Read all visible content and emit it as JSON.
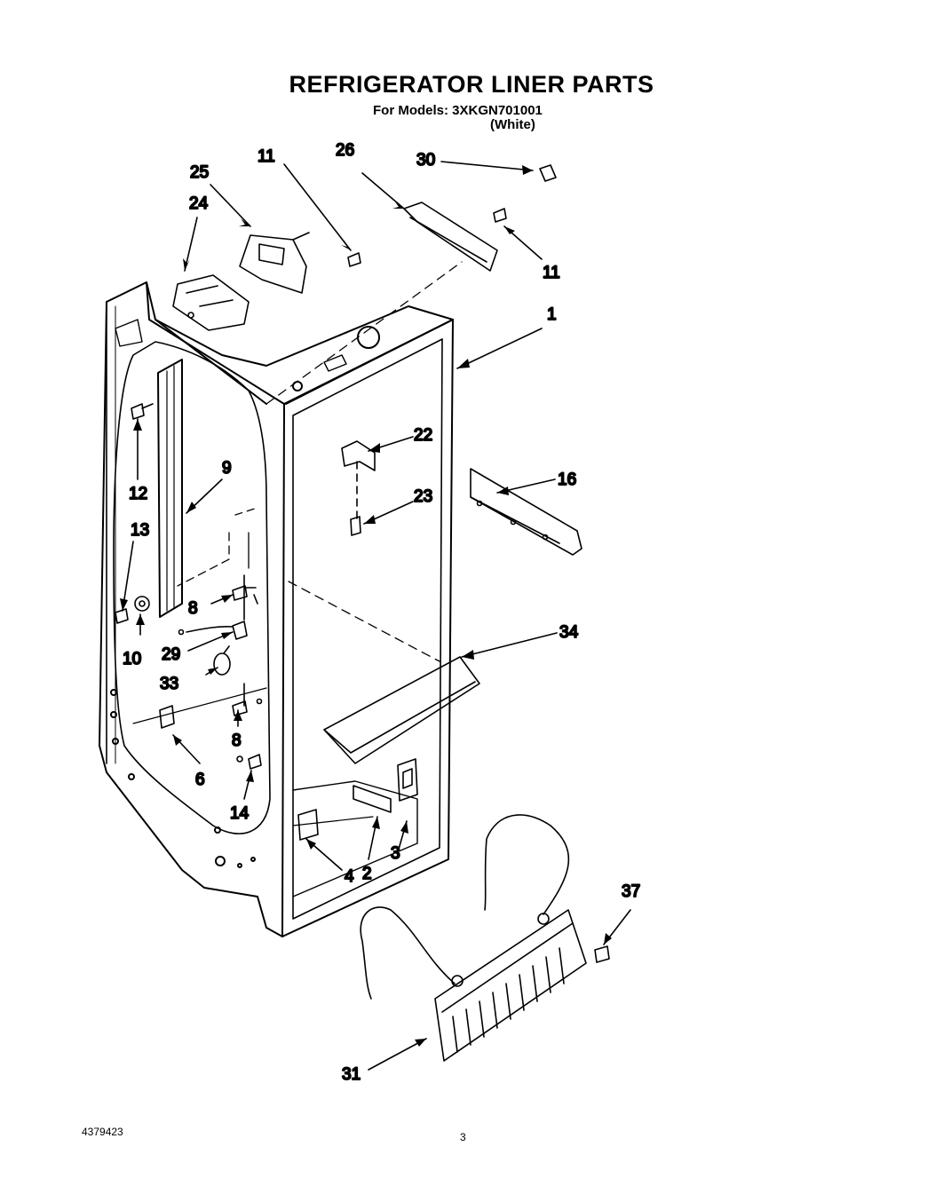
{
  "header": {
    "title": "REFRIGERATOR LINER PARTS",
    "models_line": "For Models: 3XKGN701001",
    "color": "(White)"
  },
  "callouts": {
    "c1": "1",
    "c2": "2",
    "c3": "3",
    "c4": "4",
    "c6": "6",
    "c8a": "8",
    "c8b": "8",
    "c9": "9",
    "c10": "10",
    "c11a": "11",
    "c11b": "11",
    "c12": "12",
    "c13": "13",
    "c14": "14",
    "c16": "16",
    "c22": "22",
    "c23": "23",
    "c24": "24",
    "c25": "25",
    "c26": "26",
    "c29": "29",
    "c30": "30",
    "c31": "31",
    "c33": "33",
    "c34": "34",
    "c37": "37"
  },
  "footer": {
    "doc_number": "4379423",
    "page_number": "3"
  }
}
